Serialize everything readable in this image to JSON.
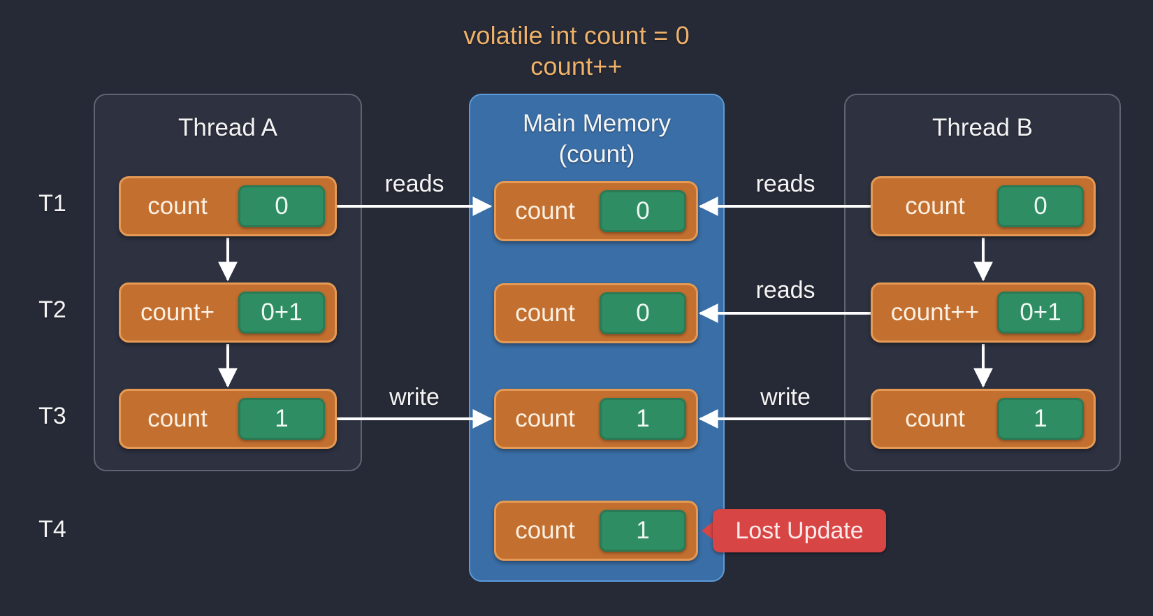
{
  "header": {
    "line1": "volatile int count = 0",
    "line2": "count++"
  },
  "time_labels": [
    "T1",
    "T2",
    "T3",
    "T4"
  ],
  "panels": {
    "thread_a": {
      "title": "Thread A"
    },
    "main_memory": {
      "title_line1": "Main Memory",
      "title_line2": "(count)"
    },
    "thread_b": {
      "title": "Thread B"
    }
  },
  "thread_a_cells": [
    {
      "label": "count",
      "value": "0"
    },
    {
      "label": "count+",
      "value": "0+1"
    },
    {
      "label": "count",
      "value": "1"
    }
  ],
  "memory_cells": [
    {
      "label": "count",
      "value": "0"
    },
    {
      "label": "count",
      "value": "0"
    },
    {
      "label": "count",
      "value": "1"
    },
    {
      "label": "count",
      "value": "1"
    }
  ],
  "thread_b_cells": [
    {
      "label": "count",
      "value": "0"
    },
    {
      "label": "count++",
      "value": "0+1"
    },
    {
      "label": "count",
      "value": "1"
    }
  ],
  "arrow_labels": {
    "a_t1": "reads",
    "a_t3": "write",
    "b_t1": "reads",
    "b_t2": "reads",
    "b_t3": "write"
  },
  "badge": {
    "text": "Lost Update"
  },
  "colors": {
    "background": "#262a36",
    "header_text": "#f0b26a",
    "cell_orange": "#c36f30",
    "value_green": "#2f8d63",
    "memory_blue": "#3a6ea6",
    "lost_red": "#d84545"
  }
}
